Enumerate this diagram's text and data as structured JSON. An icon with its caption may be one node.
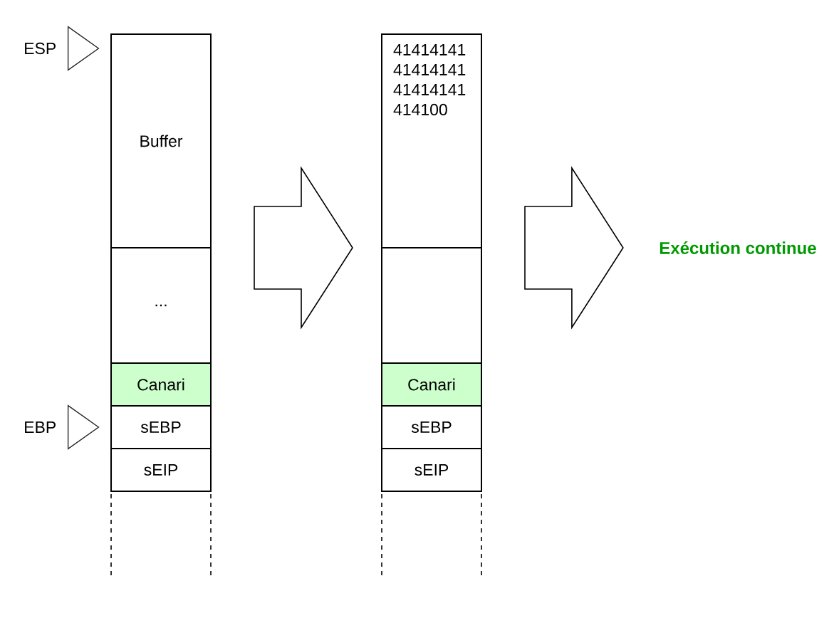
{
  "diagram": {
    "nodes": [
      {
        "text": [],
        "shape": "triangle",
        "beside": [
          "ESP"
        ]
      },
      {
        "text": [],
        "shape": "box"
      },
      {
        "text": [
          "Buffer"
        ],
        "in": 1
      },
      {
        "text": [
          "..."
        ],
        "in": 1
      },
      {
        "text": [
          "Canari"
        ],
        "in": 1
      },
      {
        "text": [
          "sEBP"
        ],
        "in": 1
      },
      {
        "text": [
          "sEIP"
        ],
        "in": 1
      },
      {
        "text": [],
        "shape": "triangle",
        "beside": [
          "EBP"
        ]
      },
      {
        "text": [],
        "shape": "box"
      },
      {
        "text": [
          "41414141 41414141 41414141 414100"
        ],
        "in": 8
      },
      {
        "text": [],
        "shape": "box",
        "in": 8
      },
      {
        "text": [
          "Canari"
        ],
        "in": 8
      },
      {
        "text": [
          "sEBP"
        ],
        "in": 8
      },
      {
        "text": [
          "sEIP"
        ],
        "in": 8
      },
      {
        "text": [
          "Exécution continue"
        ]
      }
    ],
    "edges": [
      {
        "from": 1,
        "to": 8,
        "arrow": "to"
      },
      {
        "from": 8,
        "to": 14,
        "arrow": "to"
      }
    ]
  }
}
